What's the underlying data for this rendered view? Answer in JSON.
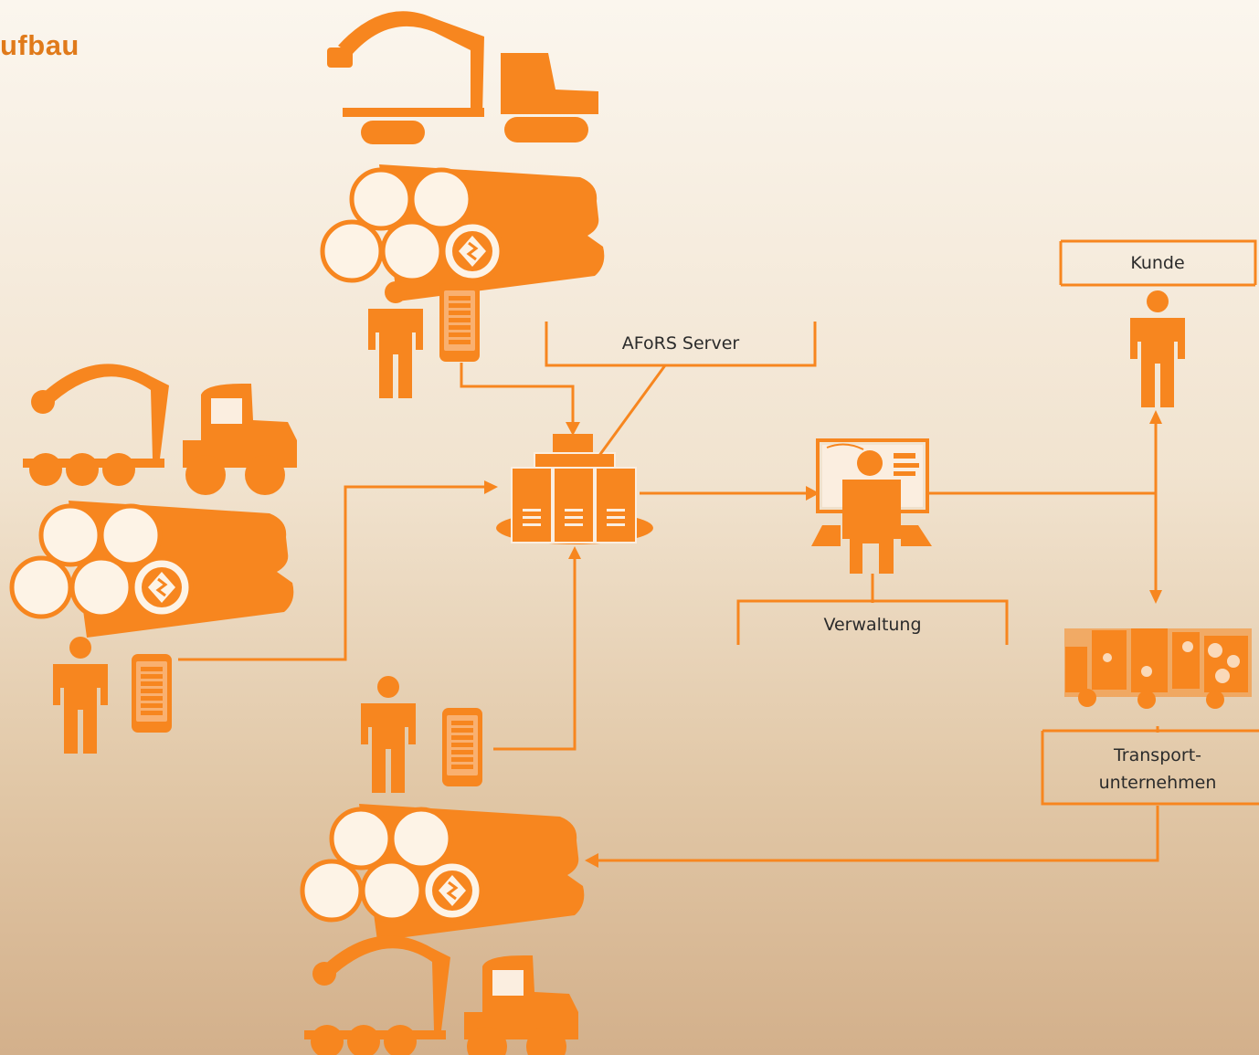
{
  "title": "ufbau",
  "nodes": {
    "server": {
      "label": "AFoRS Server",
      "icon": "server-cluster-icon"
    },
    "admin": {
      "label": "Verwaltung",
      "icon": "workstation-user-icon"
    },
    "customer": {
      "label": "Kunde",
      "icon": "person-icon"
    },
    "transport": {
      "label_line1": "Transport-",
      "label_line2": "unternehmen",
      "icon": "timber-truck-icon"
    },
    "site_top": {
      "icons": [
        "harvester-icon",
        "log-pile-icon",
        "worker-icon",
        "smartphone-icon"
      ]
    },
    "site_left": {
      "icons": [
        "forwarder-icon",
        "log-pile-icon",
        "worker-icon",
        "smartphone-icon"
      ]
    },
    "site_bottom": {
      "icons": [
        "worker-icon",
        "smartphone-icon",
        "log-pile-icon",
        "forwarder-icon"
      ]
    }
  },
  "colors": {
    "accent": "#f7861f",
    "title": "#e07a1a",
    "label_text": "#2b2b2b",
    "log_end": "#fdf3e6"
  }
}
